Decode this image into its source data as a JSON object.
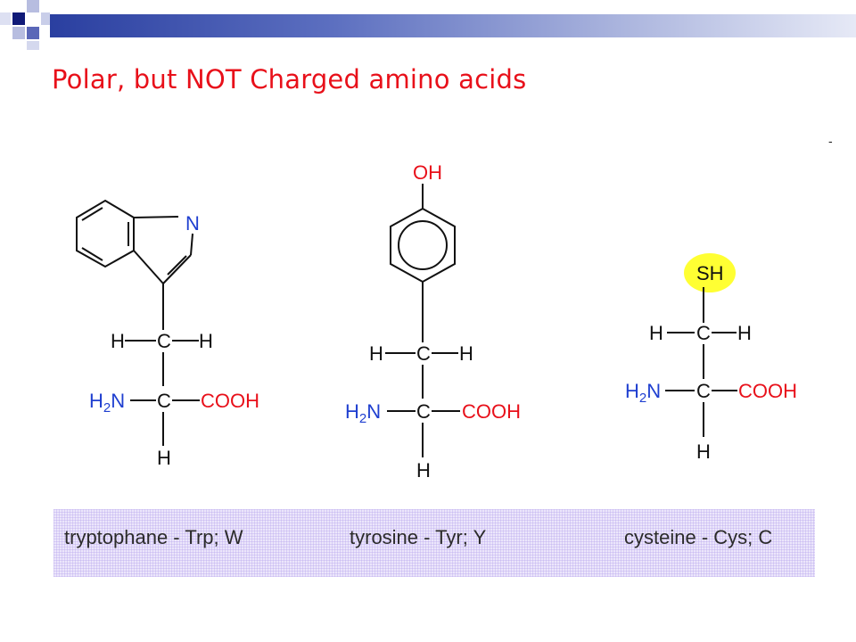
{
  "slide": {
    "title": "Polar, but NOT Charged amino acids",
    "stray_mark": "-"
  },
  "colors": {
    "title": "#e8101a",
    "top_bar_dark": "#2a3fa0",
    "top_bar_light": "#e6e9f6",
    "nitrogen_blue": "#1f3fd0",
    "bond_black": "#111111",
    "highlight_yellow": "#ffff33",
    "band_lavender": "#ece6fb"
  },
  "amino_acids": [
    {
      "name": "tryptophane - Trp; W",
      "side_chain_label": "N",
      "atoms": {
        "h_left": "H",
        "c_top": "C",
        "h_right": "H",
        "amine": "H2N",
        "c_alpha": "C",
        "carboxyl": "COOH",
        "h_bottom": "H"
      }
    },
    {
      "name": "tyrosine - Tyr;  Y",
      "side_chain_label": "OH",
      "atoms": {
        "h_left": "H",
        "c_top": "C",
        "h_right": "H",
        "amine": "H2N",
        "c_alpha": "C",
        "carboxyl": "COOH",
        "h_bottom": "H"
      }
    },
    {
      "name": "cysteine - Cys; C",
      "side_chain_label": "SH",
      "atoms": {
        "h_left": "H",
        "c_top": "C",
        "h_right": "H",
        "amine": "H2N",
        "c_alpha": "C",
        "carboxyl": "COOH",
        "h_bottom": "H"
      }
    }
  ]
}
